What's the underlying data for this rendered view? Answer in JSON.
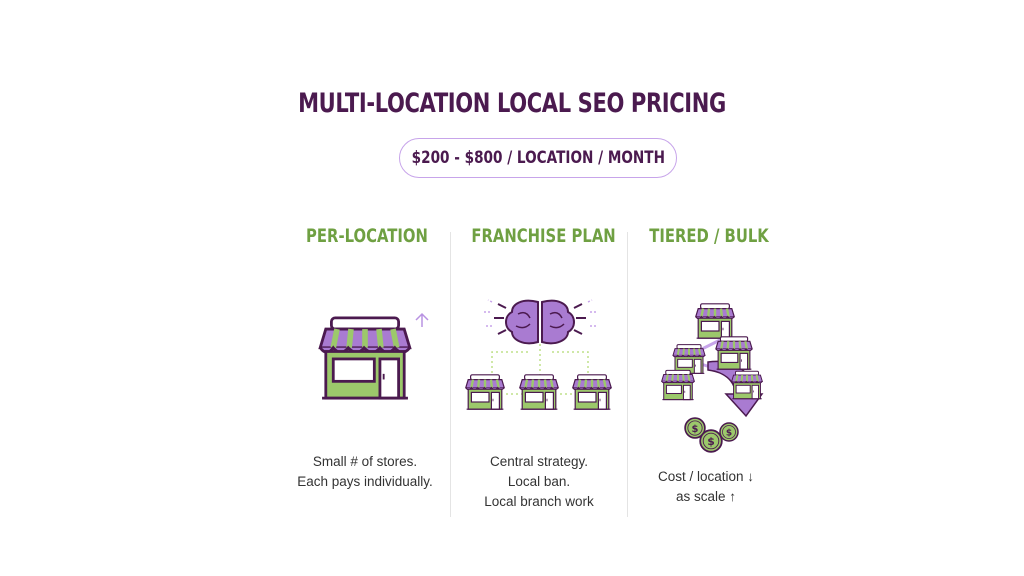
{
  "title": "MULTI-LOCATION LOCAL SEO PRICING",
  "price_range": "$200 - $800 / LOCATION / MONTH",
  "columns": [
    {
      "heading": "PER-LOCATION",
      "lines": [
        "Small # of stores.",
        "Each pays individually."
      ],
      "icon": "storefront-icon"
    },
    {
      "heading": "FRANCHISE PLAN",
      "lines": [
        "Central strategy.",
        "Local ban.",
        "Local branch work"
      ],
      "icon": "brain-network-icon"
    },
    {
      "heading": "TIERED / BULK",
      "lines": [
        "Cost / location ↓",
        "as scale ↑"
      ],
      "icon": "stores-to-coins-icon"
    }
  ],
  "colors": {
    "title": "#4b1a4f",
    "heading": "#6fa042",
    "accent_purple": "#a97bd1",
    "green": "#9cc86b"
  }
}
